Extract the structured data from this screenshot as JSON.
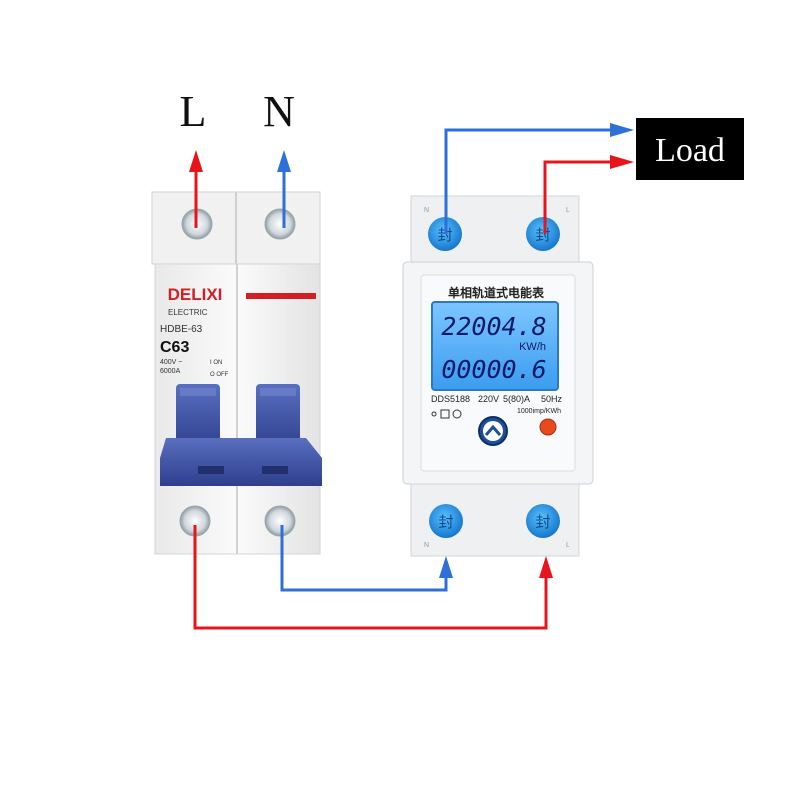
{
  "terminals": {
    "line": "L",
    "neutral": "N"
  },
  "load": {
    "label": "Load"
  },
  "breaker": {
    "brand": "DELIXI",
    "sub_brand": "ELECTRIC",
    "model": "HDBE-63",
    "rating": "C63",
    "spec_voltage": "400V ~",
    "spec_current": "6000A",
    "on_label": "I ON",
    "off_label": "O OFF"
  },
  "meter": {
    "title": "单相轨道式电能表",
    "display_top": "22004.8",
    "display_unit": "KW/h",
    "display_bottom": "00000.6",
    "model": "DDS5188",
    "voltage": "220V",
    "current": "5(80)A",
    "frequency": "50Hz",
    "impulse": "1000imp/KWh",
    "seal_label": "封",
    "terminal_n": "N",
    "terminal_l": "L"
  },
  "colors": {
    "live_wire": "#e8141b",
    "neutral_wire": "#2f6fd8",
    "breaker_body": "#f4f4f4",
    "handle": "#3a4f9e",
    "brand_red": "#d21f26",
    "lcd": "#4aa9ef",
    "lcd_text": "#0a1a66",
    "seal_blue": "#1e8fe0"
  }
}
